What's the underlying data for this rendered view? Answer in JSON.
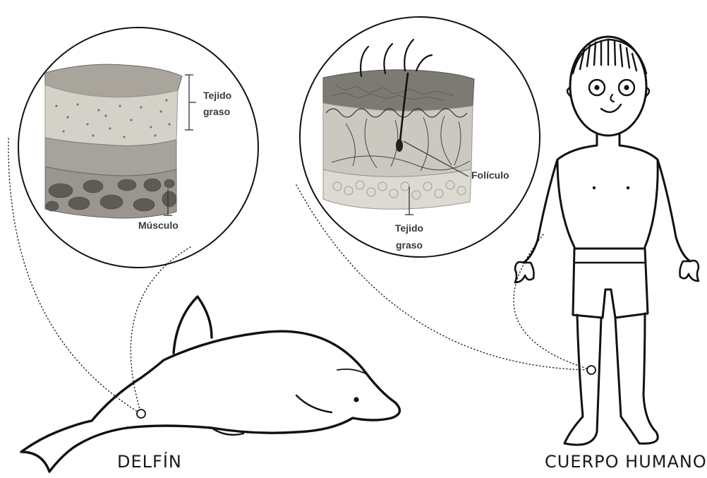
{
  "labels": {
    "dolphin_fat": "Tejido graso",
    "dolphin_muscle": "Músculo",
    "human_follicle": "Folículo",
    "human_fat": "Tejido graso",
    "dolphin_title": "DELFÍN",
    "human_title": "CUERPO HUMANO"
  },
  "colors": {
    "ink": "#111111",
    "label_text": "#3a3a3a",
    "fat_layer": "#c9c6bd",
    "muscle_layer": "#8e8a84",
    "skin_top": "#6b6864"
  }
}
